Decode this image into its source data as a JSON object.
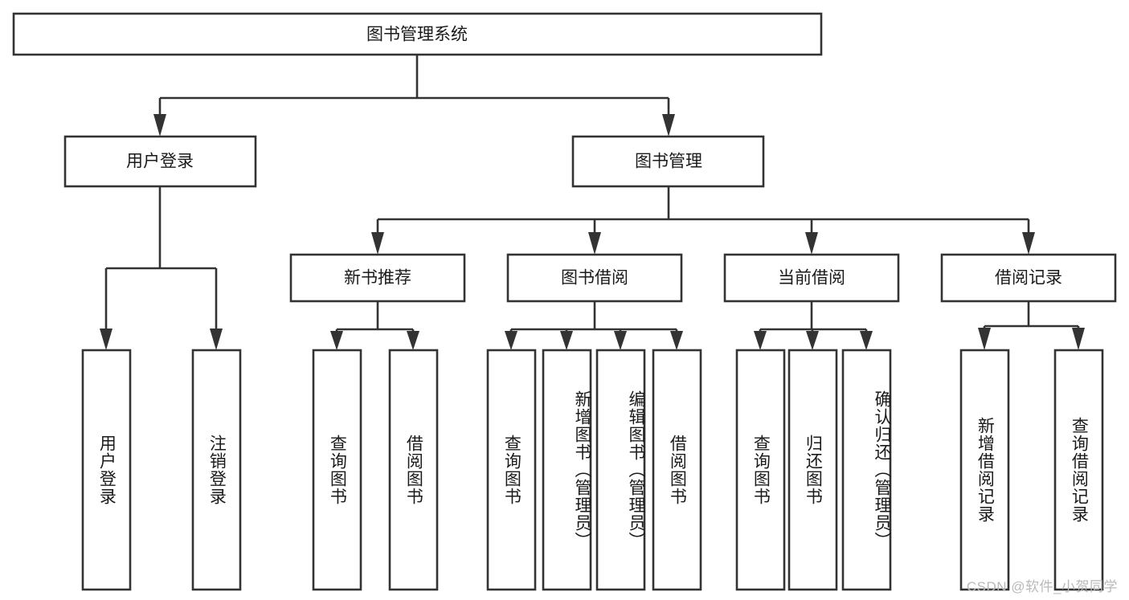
{
  "diagram": {
    "title": "图书管理系统",
    "type": "tree-hierarchy",
    "root": {
      "label": "图书管理系统"
    },
    "level2": [
      {
        "label": "用户登录"
      },
      {
        "label": "图书管理"
      }
    ],
    "level3": [
      {
        "label": "新书推荐"
      },
      {
        "label": "图书借阅"
      },
      {
        "label": "当前借阅"
      },
      {
        "label": "借阅记录"
      }
    ],
    "leaves": {
      "user_login": [
        {
          "label": "用户登录"
        },
        {
          "label": "注销登录"
        }
      ],
      "new_book_recommend": [
        {
          "label": "查询图书"
        },
        {
          "label": "借阅图书"
        }
      ],
      "book_borrow": [
        {
          "label": "查询图书"
        },
        {
          "label": "新增图书（管理员）"
        },
        {
          "label": "编辑图书（管理员）"
        },
        {
          "label": "借阅图书"
        }
      ],
      "current_borrow": [
        {
          "label": "查询图书"
        },
        {
          "label": "归还图书"
        },
        {
          "label": "确认归还（管理员）"
        }
      ],
      "borrow_record": [
        {
          "label": "新增借阅记录"
        },
        {
          "label": "查询借阅记录"
        }
      ]
    }
  },
  "watermark": {
    "text": "CSDN @软件_小贺同学"
  },
  "colors": {
    "box_stroke": "#333333",
    "box_fill": "#ffffff",
    "text": "#1a1a1a",
    "background": "#ffffff",
    "watermark": "#b9b9b9"
  }
}
